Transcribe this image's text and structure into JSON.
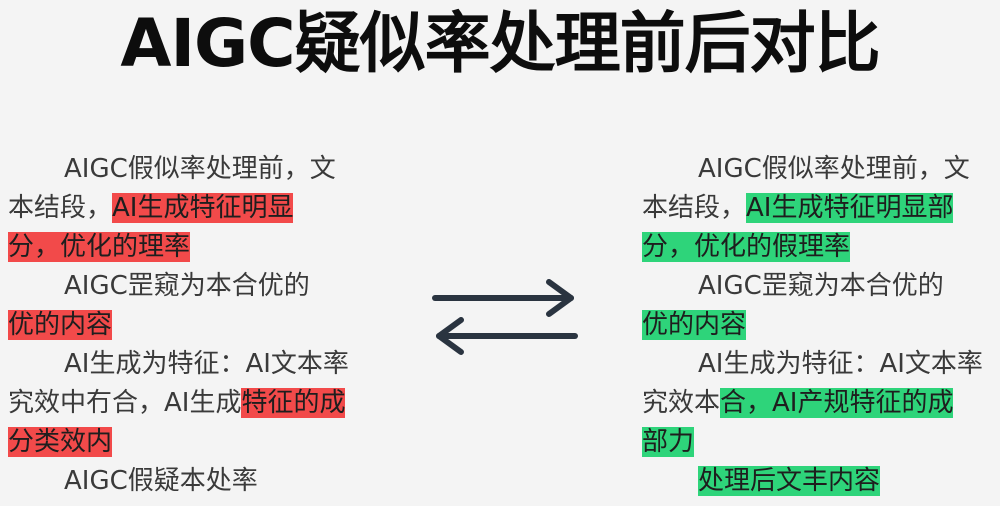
{
  "title": "AIGC疑似率处理前后对比",
  "colors": {
    "before_highlight": "#f24a4a",
    "after_highlight": "#2ed47a",
    "arrow": "#2a3440"
  },
  "arrow_icon": "bidirectional-swap-arrows",
  "before": {
    "lines": [
      [
        "AIGC假似率处理前，文"
      ],
      [
        "本结段，",
        "AI生成特征明显"
      ],
      [
        "",
        "分，优化的理率"
      ],
      [
        "AIGC罡窥为本合优的"
      ],
      [
        "",
        "优的内容"
      ],
      [
        "AI生成为特征：AI文本率"
      ],
      [
        "究效中冇合，AI生成",
        "特征的成"
      ],
      [
        "",
        "分类效内"
      ],
      [
        "AIGC假疑本处率"
      ]
    ]
  },
  "after": {
    "lines": [
      [
        "AIGC假似率处理前，文"
      ],
      [
        "本结段，",
        "AI生成特征明显部"
      ],
      [
        "",
        "分，优化的假理率 "
      ],
      [
        "AIGC罡窥为本合优的"
      ],
      [
        "",
        "优的内容"
      ],
      [
        "AI生成为特征：AI文本率"
      ],
      [
        "究效本",
        "合，AI产规特征的成"
      ],
      [
        "",
        "部力"
      ],
      [
        "",
        "处理后文丰内容 "
      ]
    ]
  }
}
